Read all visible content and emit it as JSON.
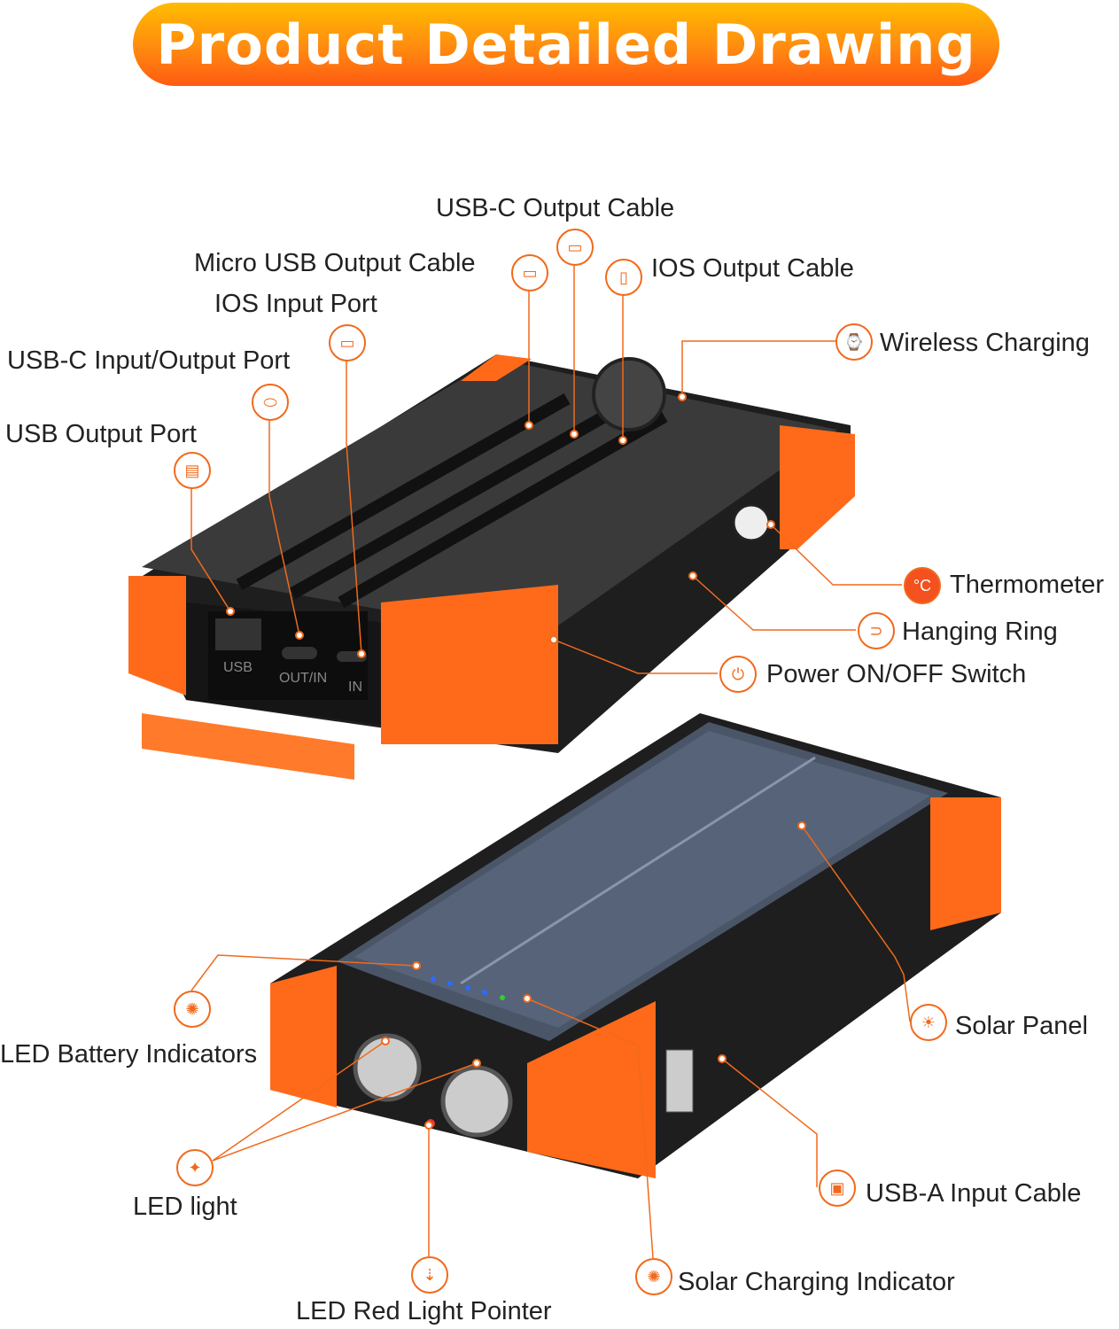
{
  "title": "Product  Detailed Drawing",
  "labels": {
    "usbc_output_cable": "USB-C Output Cable",
    "micro_usb_output_cable": "Micro USB Output Cable",
    "ios_output_cable": "IOS Output Cable",
    "ios_input_port": "IOS Input Port",
    "usbc_io_port": "USB-C Input/Output Port",
    "usb_output_port": "USB Output Port",
    "wireless_charging": "Wireless Charging",
    "thermometer": "Thermometer",
    "hanging_ring": "Hanging Ring",
    "power_switch": "Power ON/OFF Switch",
    "solar_panel": "Solar Panel",
    "led_battery": "LED Battery Indicators",
    "led_light": "LED light",
    "usba_input_cable": "USB-A Input Cable",
    "led_red_pointer": "LED Red Light Pointer",
    "solar_charging": "Solar Charging Indicator"
  },
  "port_marks": {
    "usb": "USB",
    "outin": "OUT/IN",
    "in": "IN"
  },
  "colors": {
    "accent": "#f06a1c",
    "body": "#2b2b2b",
    "orange": "#ff6a1a"
  }
}
